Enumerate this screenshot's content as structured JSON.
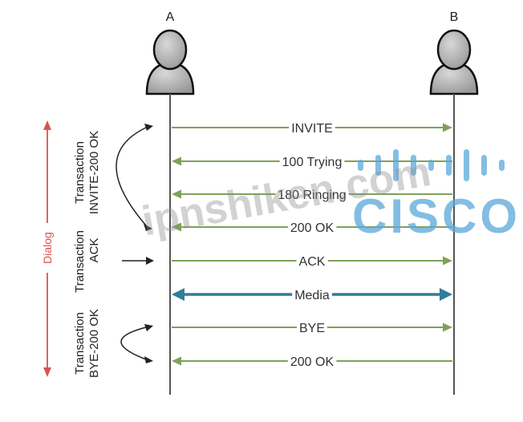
{
  "endpoints": {
    "a": "A",
    "b": "B"
  },
  "messages": [
    {
      "label": "INVITE",
      "direction": "right",
      "color": "#7fa15a"
    },
    {
      "label": "100 Trying",
      "direction": "left",
      "color": "#7fa15a"
    },
    {
      "label": "180 Ringing",
      "direction": "left",
      "color": "#7fa15a"
    },
    {
      "label": "200 OK",
      "direction": "left",
      "color": "#7fa15a"
    },
    {
      "label": "ACK",
      "direction": "right",
      "color": "#7fa15a"
    },
    {
      "label": "Media",
      "direction": "both",
      "color": "#2f7f9a"
    },
    {
      "label": "BYE",
      "direction": "right",
      "color": "#7fa15a"
    },
    {
      "label": "200 OK",
      "direction": "left",
      "color": "#7fa15a"
    }
  ],
  "transactions": [
    {
      "line1": "Transaction",
      "line2": "INVITE-200 OK"
    },
    {
      "line1": "Transaction",
      "line2": "ACK"
    },
    {
      "line1": "Transaction",
      "line2": "BYE-200 OK"
    }
  ],
  "dialog": {
    "label": "Dialog",
    "color": "#d9534f"
  },
  "watermark": {
    "text": "ipnshiken.com",
    "brand": "CISCO",
    "brand_color": "#5aa8d9"
  }
}
